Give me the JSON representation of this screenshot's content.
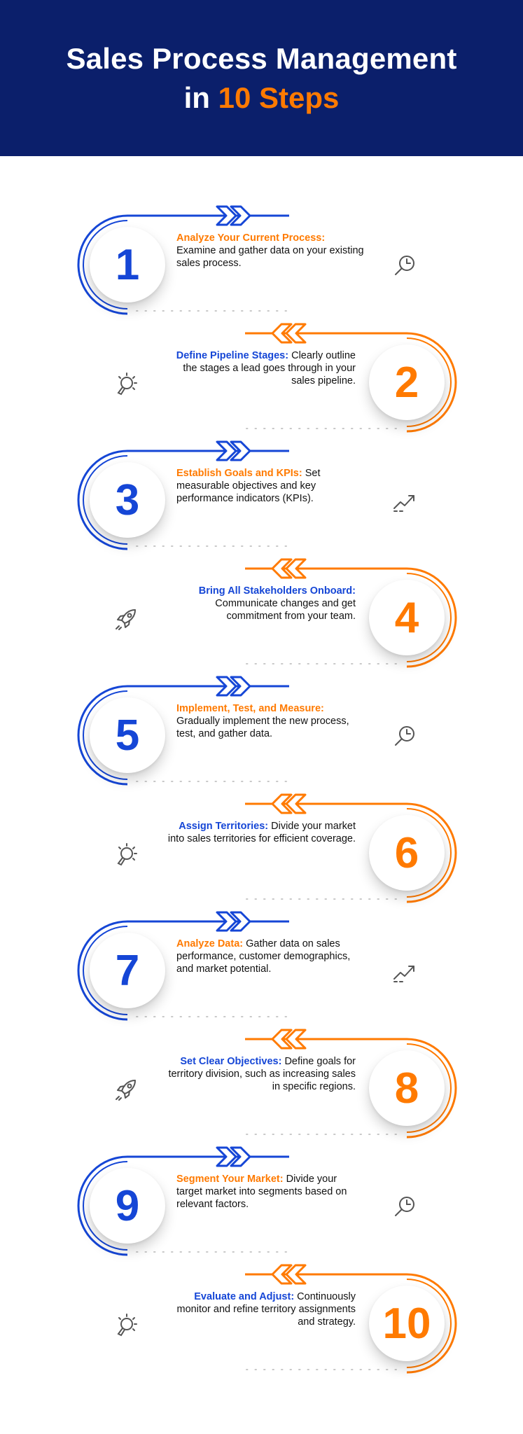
{
  "header": {
    "title_line1": "Sales Process Management",
    "title_line2_prefix": "in",
    "title_line2_accent": "10 Steps"
  },
  "colors": {
    "header_bg": "#0b1f6b",
    "blue": "#1546d6",
    "orange": "#ff7a00"
  },
  "steps": [
    {
      "number": "1",
      "title": "Analyze Your Current Process:",
      "text": "Examine and gather data on your existing sales process.",
      "icon": "magnifier-clock-icon"
    },
    {
      "number": "2",
      "title": "Define Pipeline Stages:",
      "text": "Clearly outline the stages a lead goes through in your sales pipeline.",
      "icon": "lightbulb-icon"
    },
    {
      "number": "3",
      "title": "Establish Goals and KPIs:",
      "text": "Set measurable objectives and key performance indicators (KPIs).",
      "icon": "trend-up-icon"
    },
    {
      "number": "4",
      "title": "Bring All Stakeholders Onboard:",
      "text": "Communicate changes and get commitment from your team.",
      "icon": "rocket-icon"
    },
    {
      "number": "5",
      "title": "Implement, Test, and Measure:",
      "text": "Gradually implement the new process, test, and gather data.",
      "icon": "magnifier-clock-icon"
    },
    {
      "number": "6",
      "title": "Assign Territories:",
      "text": "Divide your market into sales territories for efficient coverage.",
      "icon": "lightbulb-icon"
    },
    {
      "number": "7",
      "title": "Analyze Data:",
      "text": "Gather data on sales performance, customer demographics, and market potential.",
      "icon": "trend-up-icon"
    },
    {
      "number": "8",
      "title": "Set Clear Objectives:",
      "text": "Define goals for territory division, such as increasing sales in specific regions.",
      "icon": "rocket-icon"
    },
    {
      "number": "9",
      "title": "Segment Your Market:",
      "text": "Divide your target market into segments based on relevant factors.",
      "icon": "magnifier-clock-icon"
    },
    {
      "number": "10",
      "title": "Evaluate and Adjust:",
      "text": "Continuously monitor and refine territory assignments and strategy.",
      "icon": "lightbulb-icon"
    }
  ]
}
